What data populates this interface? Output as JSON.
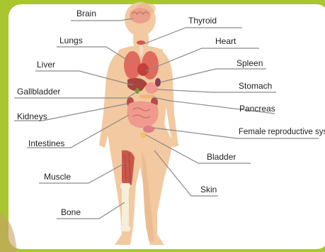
{
  "labels": {
    "brain": "Brain",
    "thyroid": "Thyroid",
    "lungs": "Lungs",
    "heart": "Heart",
    "liver": "Liver",
    "spleen": "Spleen",
    "gallbladder": "Gallbladder",
    "stomach": "Stomach",
    "kidneys": "Kidneys",
    "pancreas": "Pancreas",
    "female_reproductive_system": "Female reproductive system",
    "intestines": "Intestines",
    "bladder": "Bladder",
    "muscle": "Muscle",
    "skin": "Skin",
    "bone": "Bone"
  },
  "colors": {
    "background": "#a9c62e",
    "card": "#ffffff",
    "skin": "#f2c9a0",
    "skin_shadow": "#e7b487",
    "leader_line": "#8a8a8a",
    "muscle": "#c9574a",
    "bone": "#f5efd9",
    "organ_red": "#d9524a",
    "organ_pink": "#ef9a8c",
    "brain": "#e9a08a"
  }
}
